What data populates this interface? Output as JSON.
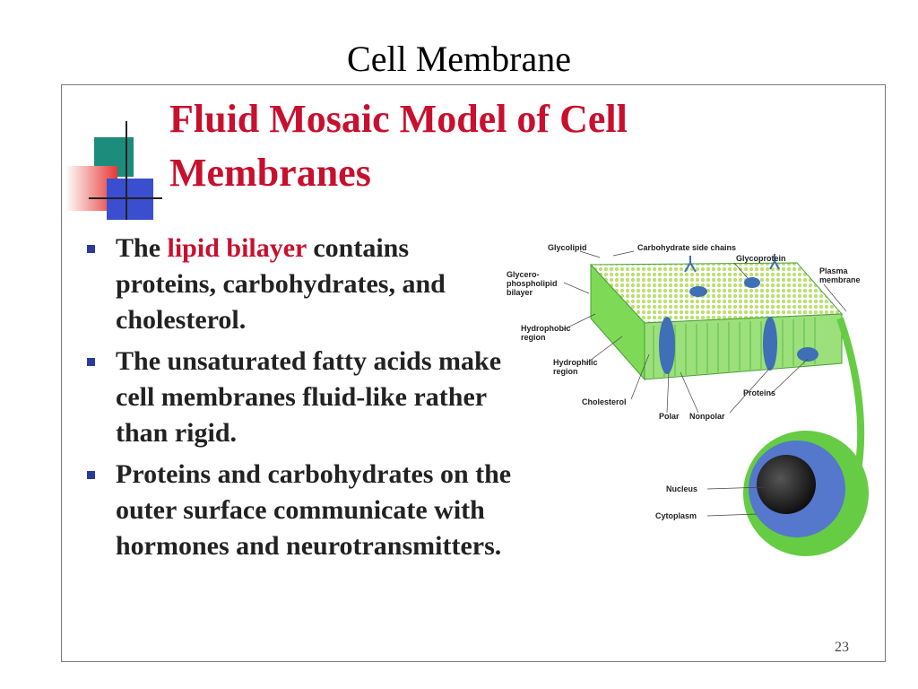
{
  "page": {
    "title": "Cell Membrane"
  },
  "slide": {
    "heading": "Fluid Mosaic Model of Cell Membranes",
    "bullets": [
      {
        "prefix": "The ",
        "highlight": "lipid bilayer",
        "suffix": " contains proteins, carbohydrates, and cholesterol."
      },
      {
        "prefix": "The unsaturated fatty acids make cell membranes fluid-like rather than rigid.",
        "highlight": "",
        "suffix": ""
      },
      {
        "prefix": "Proteins and carbohydrates on the outer surface communicate with hormones and neurotransmitters.",
        "highlight": "",
        "suffix": ""
      }
    ],
    "page_number": "23"
  },
  "diagram": {
    "labels": {
      "glycolipid": "Glycolipid",
      "carbohydrate_side_chains": "Carbohydrate side chains",
      "glycoprotein": "Glycoprotein",
      "glycerophospholipid_1": "Glycero-",
      "glycerophospholipid_2": "phospholipid",
      "glycerophospholipid_3": "bilayer",
      "plasma_membrane_1": "Plasma",
      "plasma_membrane_2": "membrane",
      "hydrophobic_1": "Hydrophobic",
      "hydrophobic_2": "region",
      "hydrophilic_1": "Hydrophilic",
      "hydrophilic_2": "region",
      "cholesterol": "Cholesterol",
      "polar": "Polar",
      "nonpolar": "Nonpolar",
      "proteins": "Proteins",
      "nucleus": "Nucleus",
      "cytoplasm": "Cytoplasm"
    },
    "colors": {
      "membrane": "#7ed957",
      "protein": "#3f6fb6",
      "cell": "#66cc44",
      "nucleus": "#2a2a2a",
      "cytoplasm": "#5577cc"
    }
  },
  "colors": {
    "heading": "#c8102e",
    "bullet_marker": "#2b3a9a",
    "deco_teal": "#1c8c7c",
    "deco_red": "#e53935",
    "deco_blue": "#3a4fd0"
  }
}
